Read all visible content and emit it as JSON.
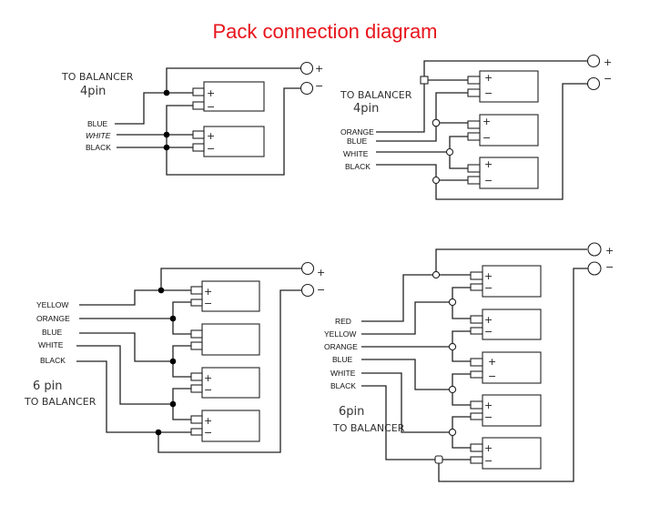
{
  "title": "Pack connection diagram",
  "title_color": "#e8141b",
  "diagrams": [
    {
      "name": "4pin-2cell",
      "header": [
        "TO BALANCER",
        "4pin"
      ],
      "wires": [
        "BLUE",
        "WHITE",
        "BLACK"
      ],
      "cells": 2,
      "junction_style": "filled-dot",
      "output_plus": "+",
      "output_minus": "−"
    },
    {
      "name": "4pin-3cell",
      "header": [
        "TO BALANCER",
        "4pin"
      ],
      "wires": [
        "ORANGE",
        "BLUE",
        "WHITE",
        "BLACK"
      ],
      "cells": 3,
      "junction_style": "hollow-ring",
      "output_plus": "+",
      "output_minus": "−"
    },
    {
      "name": "6pin-4cell",
      "header": [
        "6 pin",
        "TO BALANCER"
      ],
      "wires": [
        "YELLOW",
        "ORANGE",
        "BLUE",
        "WHITE",
        "BLACK"
      ],
      "cells": 4,
      "junction_style": "filled-dot",
      "output_plus": "+",
      "output_minus": "−"
    },
    {
      "name": "6pin-5cell",
      "header": [
        "6pin",
        "TO BALANCER"
      ],
      "wires": [
        "RED",
        "YELLOW",
        "ORANGE",
        "BLUE",
        "WHITE",
        "BLACK"
      ],
      "cells": 5,
      "junction_style": "hollow-ring",
      "output_plus": "+",
      "output_minus": "−"
    }
  ],
  "terminal_labels": {
    "plus": "+",
    "minus": "−"
  }
}
